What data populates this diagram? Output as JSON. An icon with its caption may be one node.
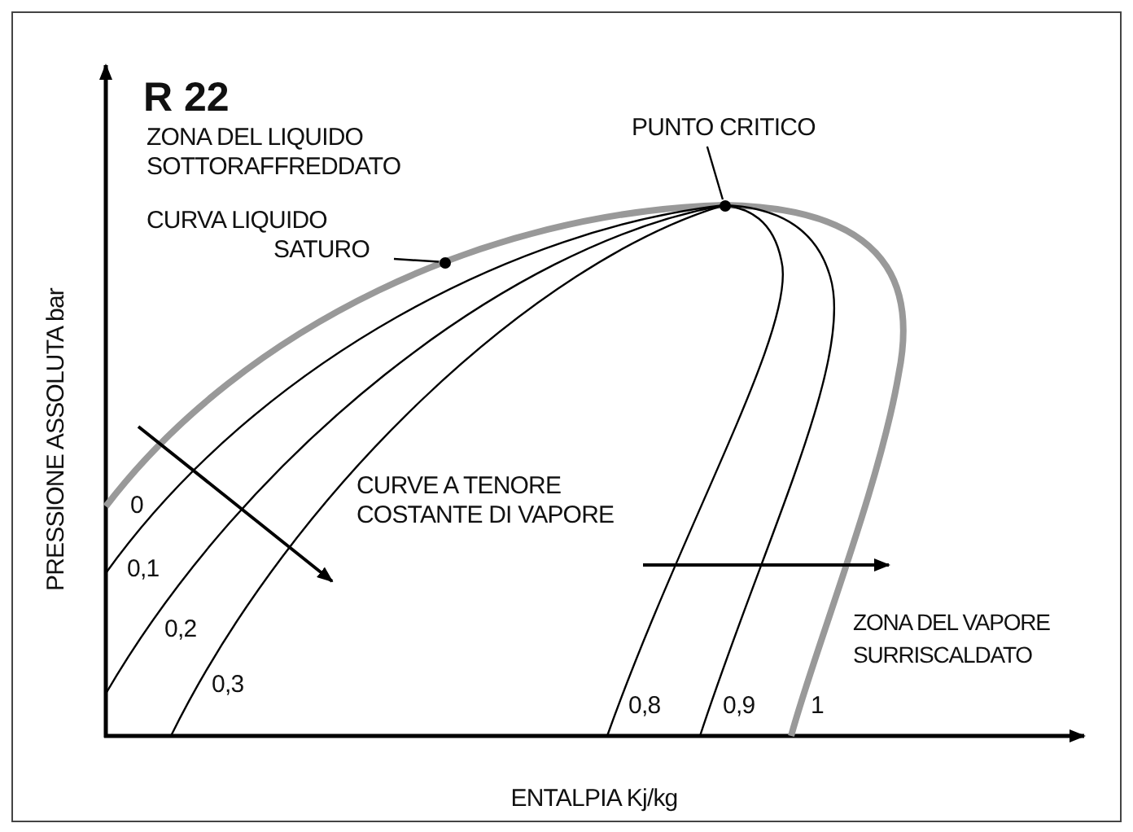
{
  "diagram": {
    "title": "R 22",
    "nodes": [
      {
        "text": [
          "CURVA LIQUIDO SATURO"
        ]
      },
      {
        "text": [],
        "shape": "circle"
      },
      {
        "text": [
          "PUNTO CRITICO"
        ]
      },
      {
        "text": [],
        "shape": "circle"
      }
    ],
    "edges": [
      {
        "from": 0,
        "to": 1,
        "arrow": "none"
      },
      {
        "from": 2,
        "to": 3,
        "arrow": "none"
      }
    ],
    "labels": [
      "ZONA DEL LIQUIDO SOTTORAFFREDDATO",
      "PRESSIONE ASSOLUTA bar",
      "CURVE A TENORE COSTANTE DI VAPORE",
      "0",
      "0,1",
      "0,2",
      "0,3",
      "0,8",
      "0,9",
      "1",
      "ZONA DEL VAPORE SURRISCALDATO",
      "ENTALPIA Kj/kg"
    ]
  }
}
